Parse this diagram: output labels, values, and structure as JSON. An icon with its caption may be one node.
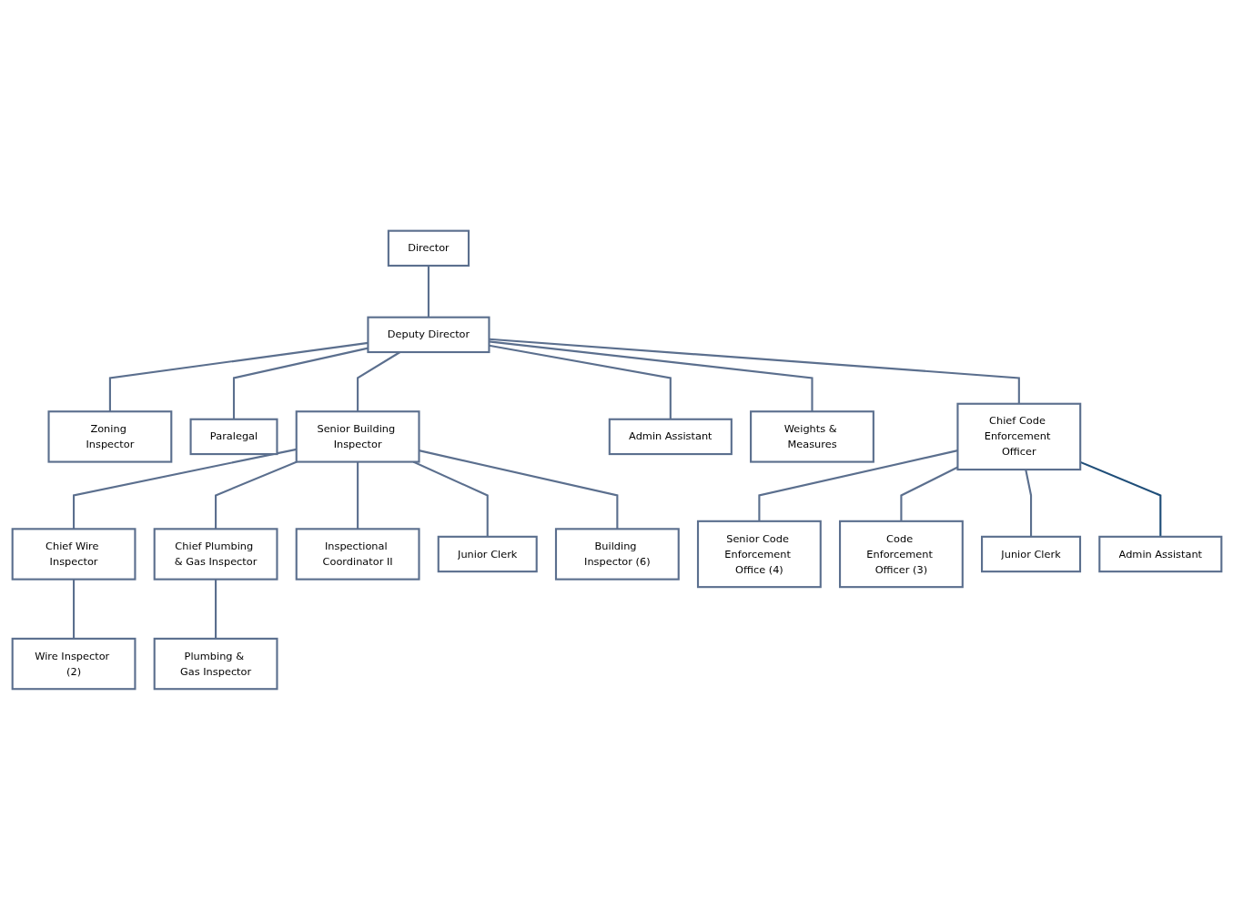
{
  "diagram": {
    "nodes": [
      {
        "text": [
          "Director"
        ]
      },
      {
        "text": [
          "Deputy Director"
        ]
      },
      {
        "text": [
          "Zoning Inspector"
        ]
      },
      {
        "text": [
          "Paralegal"
        ]
      },
      {
        "text": [
          "Senior Building Inspector"
        ]
      },
      {
        "text": [
          "Admin Assistant"
        ]
      },
      {
        "text": [
          "Weights & Measures"
        ]
      },
      {
        "text": [
          "Chief Code Enforcement Officer"
        ]
      },
      {
        "text": [
          "Chief Wire Inspector"
        ]
      },
      {
        "text": [
          "Chief Plumbing & Gas Inspector"
        ]
      },
      {
        "text": [
          "Inspectional Coordinator II"
        ]
      },
      {
        "text": [
          "Junior Clerk"
        ]
      },
      {
        "text": [
          "Building Inspector (6)"
        ]
      },
      {
        "text": [
          "Wire Inspector (2)"
        ]
      },
      {
        "text": [
          "Plumbing & Gas Inspector"
        ]
      },
      {
        "text": [
          "Senior Code Enforcement Office (4)"
        ]
      },
      {
        "text": [
          "Code Enforcement Officer (3)"
        ]
      },
      {
        "text": [
          "Junior Clerk"
        ]
      },
      {
        "text": [
          "Admin Assistant"
        ]
      }
    ],
    "edges": [
      {
        "from": 0,
        "to": 1,
        "arrow": "none"
      },
      {
        "from": 1,
        "to": 2,
        "arrow": "none"
      },
      {
        "from": 1,
        "to": 3,
        "arrow": "none"
      },
      {
        "from": 1,
        "to": 4,
        "arrow": "none"
      },
      {
        "from": 1,
        "to": 5,
        "arrow": "none"
      },
      {
        "from": 1,
        "to": 6,
        "arrow": "none"
      },
      {
        "from": 1,
        "to": 7,
        "arrow": "none"
      },
      {
        "from": 4,
        "to": 8,
        "arrow": "none"
      },
      {
        "from": 4,
        "to": 9,
        "arrow": "none"
      },
      {
        "from": 4,
        "to": 10,
        "arrow": "none"
      },
      {
        "from": 4,
        "to": 11,
        "arrow": "none"
      },
      {
        "from": 4,
        "to": 12,
        "arrow": "none"
      },
      {
        "from": 8,
        "to": 13,
        "arrow": "none"
      },
      {
        "from": 9,
        "to": 14,
        "arrow": "none"
      },
      {
        "from": 7,
        "to": 15,
        "arrow": "none"
      },
      {
        "from": 7,
        "to": 16,
        "arrow": "none"
      },
      {
        "from": 7,
        "to": 17,
        "arrow": "none"
      },
      {
        "from": 7,
        "to": 18,
        "arrow": "none",
        "color": "#1f4e79"
      }
    ]
  }
}
